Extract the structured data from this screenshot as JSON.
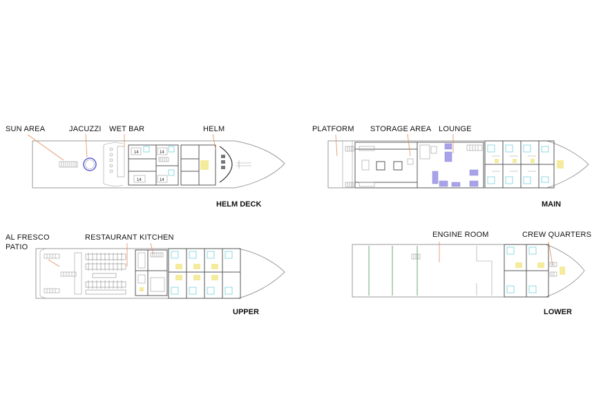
{
  "helm_deck": {
    "title": "HELM DECK",
    "labels": {
      "sun_area": "SUN AREA",
      "jacuzzi": "JACUZZI",
      "wet_bar": "WET BAR",
      "helm": "HELM"
    },
    "room_numbers": [
      "14",
      "14",
      "14",
      "14"
    ]
  },
  "main_deck": {
    "title": "MAIN",
    "labels": {
      "platform": "PLATFORM",
      "storage_area": "STORAGE AREA",
      "lounge": "LOUNGE"
    }
  },
  "upper_deck": {
    "title": "UPPER",
    "labels": {
      "al_fresco_line1": "AL FRESCO",
      "al_fresco_line2": "PATIO",
      "restaurant": "RESTAURANT",
      "kitchen": "KITCHEN"
    }
  },
  "lower_deck": {
    "title": "LOWER",
    "labels": {
      "engine_room": "ENGINE ROOM",
      "crew_quarters": "CREW QUARTERS"
    }
  },
  "colors": {
    "leader_line": "#e48a5a",
    "bathroom_fixture": "#6fd0dd",
    "lounge_furniture": "#a8a3e8",
    "bulkhead_green": "#6fd36f",
    "floor_yellow": "#f4eb9c"
  }
}
